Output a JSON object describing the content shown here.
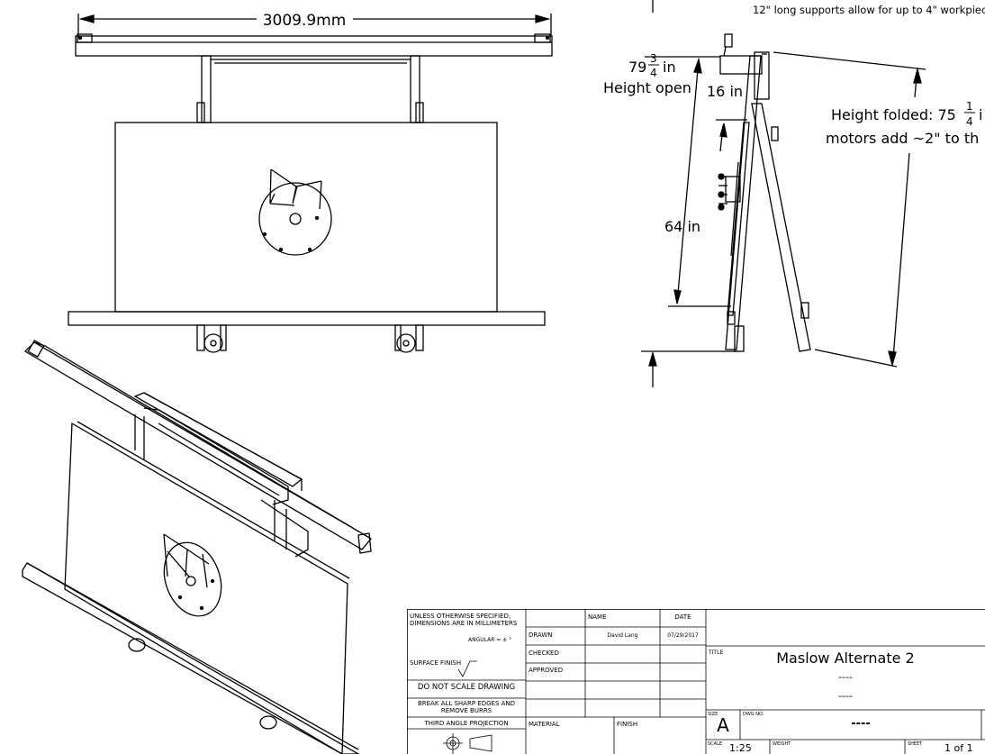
{
  "drawing": {
    "width_dim": "3009.9mm",
    "supports_note": "12\" long supports allow for up to 4\" workpiec",
    "height_open_value": "79",
    "height_open_frac_num": "3",
    "height_open_frac_den": "4",
    "height_open_unit": "in",
    "height_open_label": "Height open",
    "dim_16": "16 in",
    "dim_64": "64 in",
    "height_folded_prefix": "Height folded: 75",
    "height_folded_frac_num": "1",
    "height_folded_frac_den": "4",
    "height_folded_suffix": "i",
    "motors_note": "motors add ~2\" to th"
  },
  "title_block": {
    "unless_note_1": "UNLESS OTHERWISE SPECIFIED,",
    "unless_note_2": "DIMENSIONS ARE IN MILLIMETERS",
    "angular": "ANGULAR = ± °",
    "surface_finish": "SURFACE FINISH",
    "do_not_scale": "DO NOT SCALE DRAWING",
    "break_edges_1": "BREAK ALL SHARP EDGES AND",
    "break_edges_2": "REMOVE BURRS",
    "projection": "THIRD ANGLE PROJECTION",
    "col_name": "NAME",
    "col_date": "DATE",
    "row_drawn": "DRAWN",
    "row_checked": "CHECKED",
    "row_approved": "APPROVED",
    "drawn_name": "David Lang",
    "drawn_date": "07/29/2017",
    "material_label": "MATERIAL",
    "finish_label": "FINISH",
    "title_label": "TITLE",
    "title": "Maslow Alternate 2",
    "title_line2": "----",
    "title_line3": "----",
    "size_label": "SIZE",
    "size_value": "A",
    "dwg_no_label": "DWG NO.",
    "dwg_no_value": "----",
    "scale_label": "SCALE",
    "scale_value": "1:25",
    "weight_label": "WEIGHT",
    "sheet_label": "SHEET",
    "sheet_value": "1 of 1"
  }
}
